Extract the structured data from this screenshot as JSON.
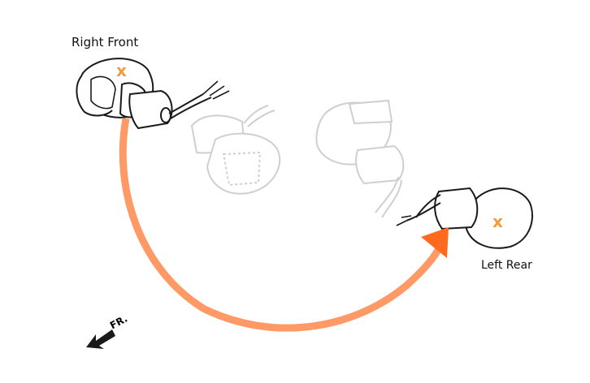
{
  "labels": {
    "right_front": "Right Front",
    "left_rear": "Left Rear",
    "fr": "FR.",
    "mark": "x"
  },
  "colors": {
    "arrow": "#ff9966",
    "arrow_head": "#ff6a1f",
    "mark": "#f29a3c",
    "line": "#1a1a1a",
    "ghost": "#cfcfcf"
  },
  "icons": {
    "front_direction": "front-direction-arrow-icon"
  }
}
